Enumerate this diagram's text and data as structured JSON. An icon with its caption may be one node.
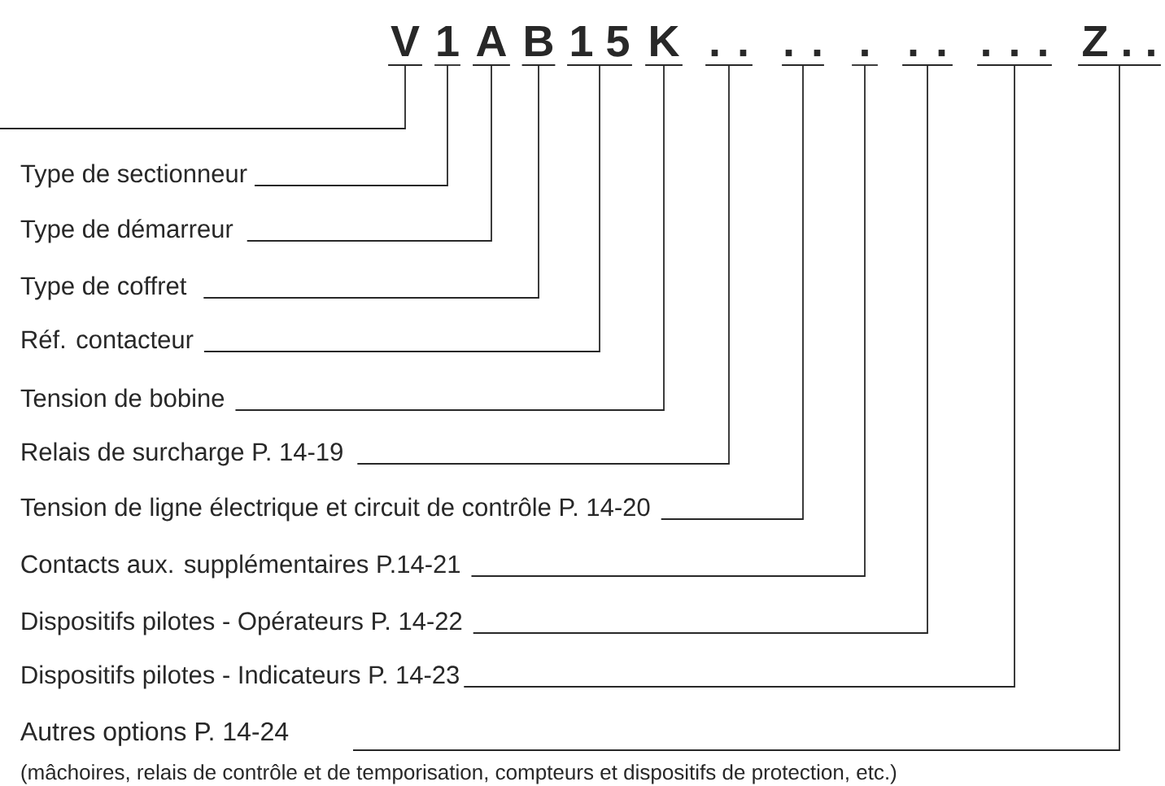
{
  "diagram": {
    "nodes": [
      {
        "text": [
          "V"
        ]
      },
      {
        "text": [
          "1"
        ]
      },
      {
        "text": [
          "A"
        ]
      },
      {
        "text": [
          "B"
        ]
      },
      {
        "text": [
          "1 5"
        ]
      },
      {
        "text": [
          "K"
        ]
      },
      {
        "text": [
          ". ."
        ]
      },
      {
        "text": [
          ". ."
        ]
      },
      {
        "text": [
          "."
        ]
      },
      {
        "text": [
          ". ."
        ]
      },
      {
        "text": [
          ". . ."
        ]
      },
      {
        "text": [
          "Z . ."
        ]
      },
      {
        "text": [
          "Type de sectionneur"
        ]
      },
      {
        "text": [
          "Type de démarreur"
        ]
      },
      {
        "text": [
          "Type de coffret"
        ]
      },
      {
        "text": [
          "Réf. contacteur"
        ]
      },
      {
        "text": [
          "Tension de bobine"
        ]
      },
      {
        "text": [
          "Relais de surcharge P. 14-19"
        ]
      },
      {
        "text": [
          "Tension de ligne électrique et circuit de contrôle P. 14-20"
        ]
      },
      {
        "text": [
          "Contacts aux. supplémentaires P.14-21"
        ]
      },
      {
        "text": [
          "Dispositifs pilotes - Opérateurs P. 14-22"
        ]
      },
      {
        "text": [
          "Dispositifs pilotes - Indicateurs P. 14-23"
        ]
      },
      {
        "text": [
          "Autres options P. 14-24",
          "(mâchoires, relais de contrôle et de temporisation, compteurs et dispositifs de protection, etc.)"
        ]
      }
    ],
    "edges": [
      {
        "from": 0,
        "to": null,
        "arrow": "none"
      },
      {
        "from": 12,
        "to": 1,
        "arrow": "none"
      },
      {
        "from": 13,
        "to": 2,
        "arrow": "none"
      },
      {
        "from": 14,
        "to": 3,
        "arrow": "none"
      },
      {
        "from": 15,
        "to": 4,
        "arrow": "none"
      },
      {
        "from": 16,
        "to": 5,
        "arrow": "none"
      },
      {
        "from": 17,
        "to": 6,
        "arrow": "none"
      },
      {
        "from": 18,
        "to": 7,
        "arrow": "none"
      },
      {
        "from": 19,
        "to": 8,
        "arrow": "none"
      },
      {
        "from": 20,
        "to": 9,
        "arrow": "none"
      },
      {
        "from": 21,
        "to": 10,
        "arrow": "none"
      },
      {
        "from": 22,
        "to": 11,
        "arrow": "none"
      }
    ]
  }
}
